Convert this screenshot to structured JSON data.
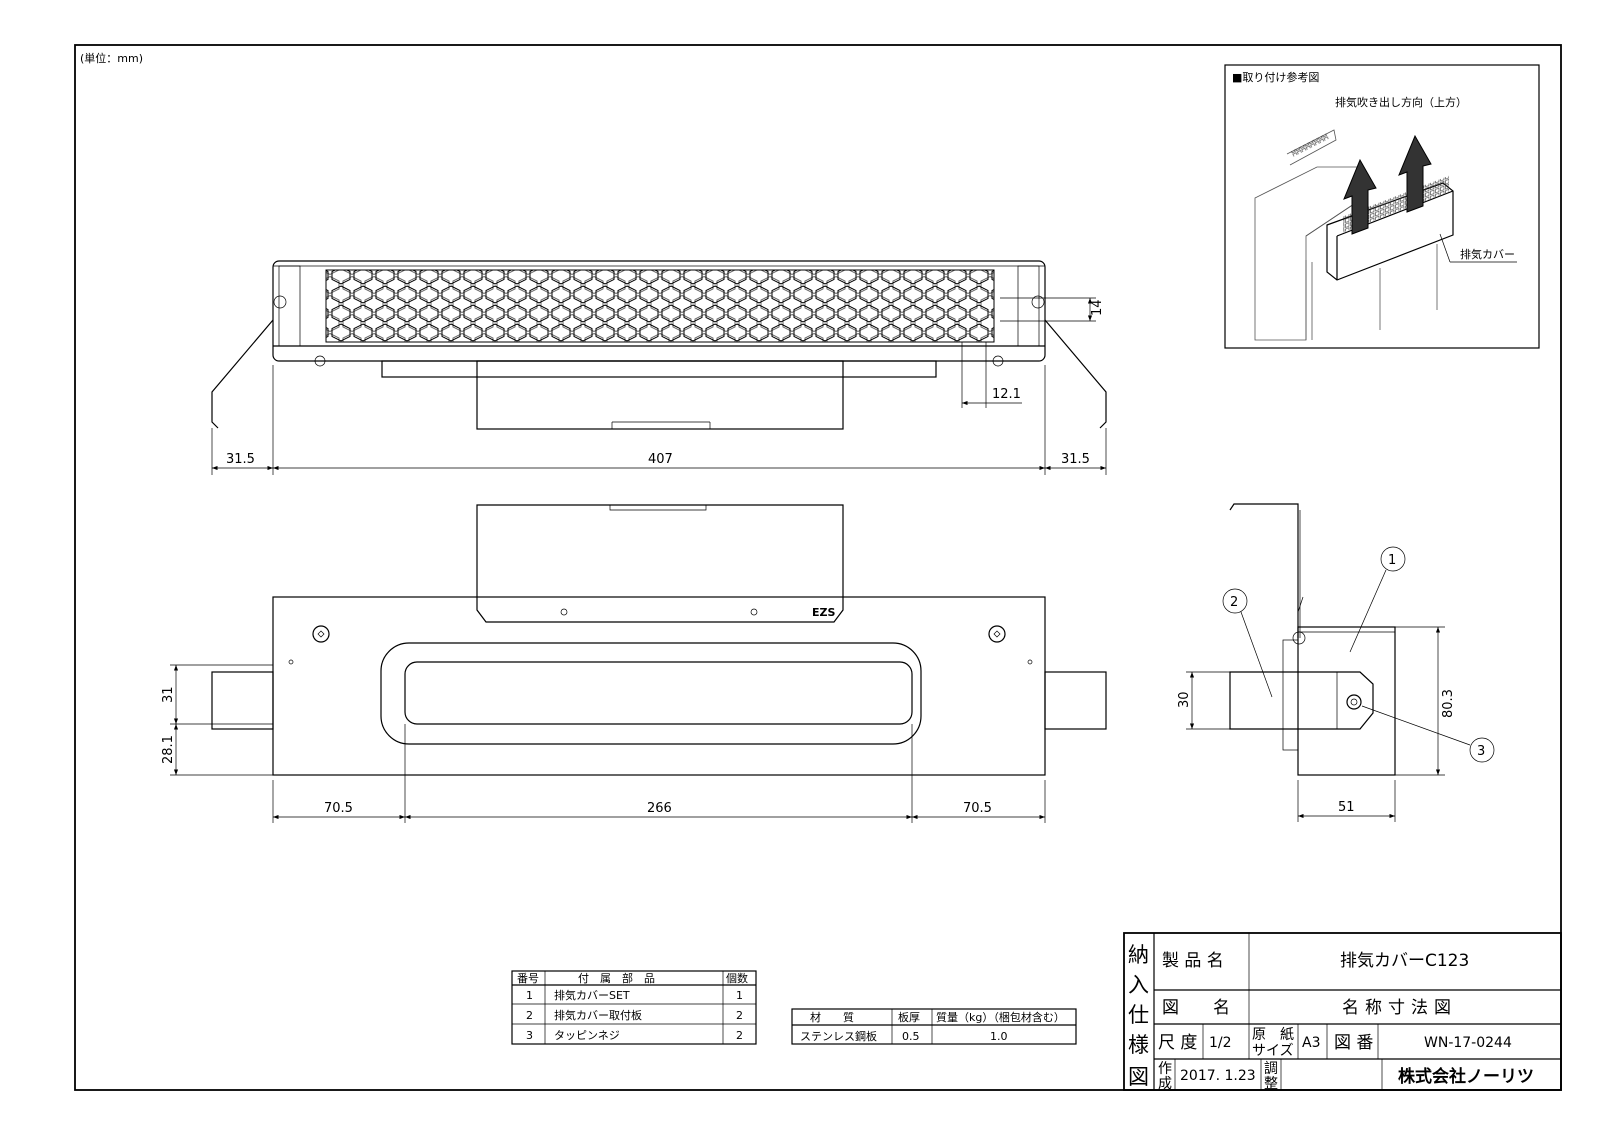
{
  "unit_label": "(単位：mm)",
  "reference_figure": {
    "title": "■取り付け参考図",
    "exhaust_direction": "排気吹き出し方向（上方）",
    "part_label": "排気カバー"
  },
  "top_view": {
    "dims": {
      "left": "31.5",
      "width": "407",
      "right": "31.5",
      "offset": "12.1",
      "height": "14"
    }
  },
  "front_view": {
    "logo": "EZS",
    "dims": {
      "left": "70.5",
      "center": "266",
      "right": "70.5",
      "upper": "31",
      "lower": "28.1"
    }
  },
  "side_view": {
    "dims": {
      "height": "80.3",
      "stub": "30",
      "depth": "51"
    },
    "balloons": [
      "1",
      "2",
      "3"
    ]
  },
  "parts_table": {
    "headers": [
      "番号",
      "付　属　部　品",
      "個数"
    ],
    "rows": [
      [
        "1",
        "排気カバーSET",
        "1"
      ],
      [
        "2",
        "排気カバー取付板",
        "2"
      ],
      [
        "3",
        "タッピンネジ",
        "2"
      ]
    ]
  },
  "material_table": {
    "headers": [
      "材　　質",
      "板厚",
      "質量（kg）（梱包材含む）"
    ],
    "row": [
      "ステンレス鋼板",
      "0.5",
      "1.0"
    ]
  },
  "title_block": {
    "vertical": [
      "納",
      "入",
      "仕",
      "様",
      "図"
    ],
    "product_name_label": "製 品 名",
    "product_name": "排気カバーC123",
    "drawing_name_label": "図　　名",
    "drawing_name": "名称寸法図",
    "scale_label": "尺 度",
    "scale": "1/2",
    "paper_label_1": "原　紙",
    "paper_label_2": "サイズ",
    "paper": "A3",
    "drawing_no_label": "図 番",
    "drawing_no": "WN-17-0244",
    "created_label_1": "作",
    "created_label_2": "成",
    "created_date": "2017. 1.23",
    "adjust_label_1": "調",
    "adjust_label_2": "整",
    "company": "株式会社ノーリツ"
  }
}
